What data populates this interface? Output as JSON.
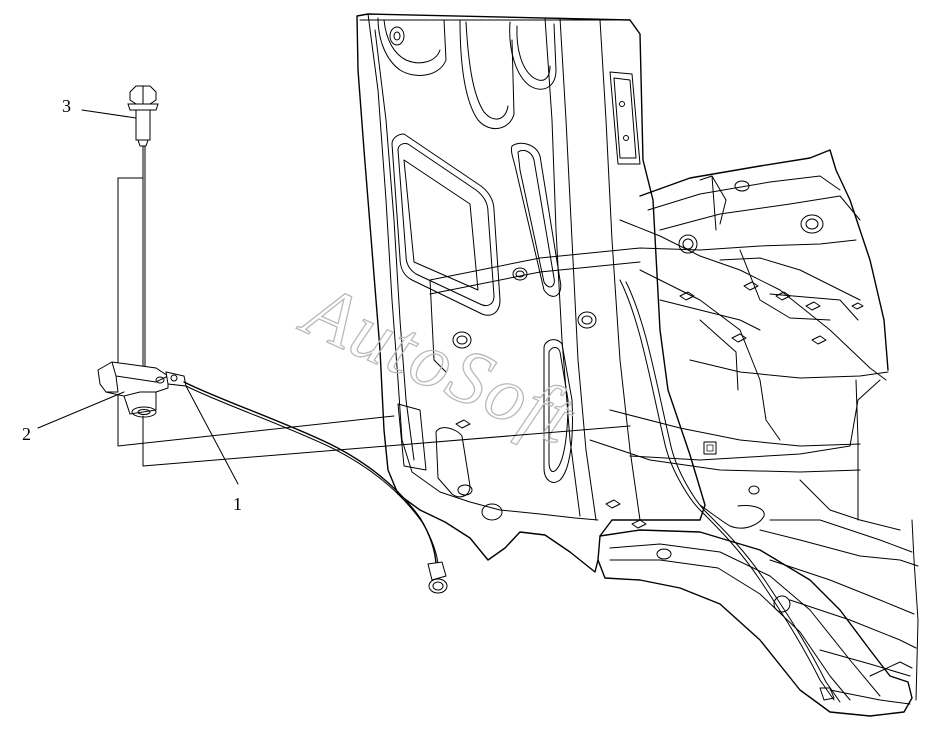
{
  "watermark": {
    "text": "AutoSoft"
  },
  "callouts": [
    {
      "id": "1",
      "label": "1"
    },
    {
      "id": "2",
      "label": "2"
    },
    {
      "id": "3",
      "label": "3"
    }
  ],
  "colors": {
    "line": "#000000",
    "watermark": "#b9b9b9",
    "background": "#ffffff"
  },
  "icons": [
    "bolt-icon",
    "bracket-icon",
    "cable-icon",
    "ring-terminal-icon"
  ]
}
